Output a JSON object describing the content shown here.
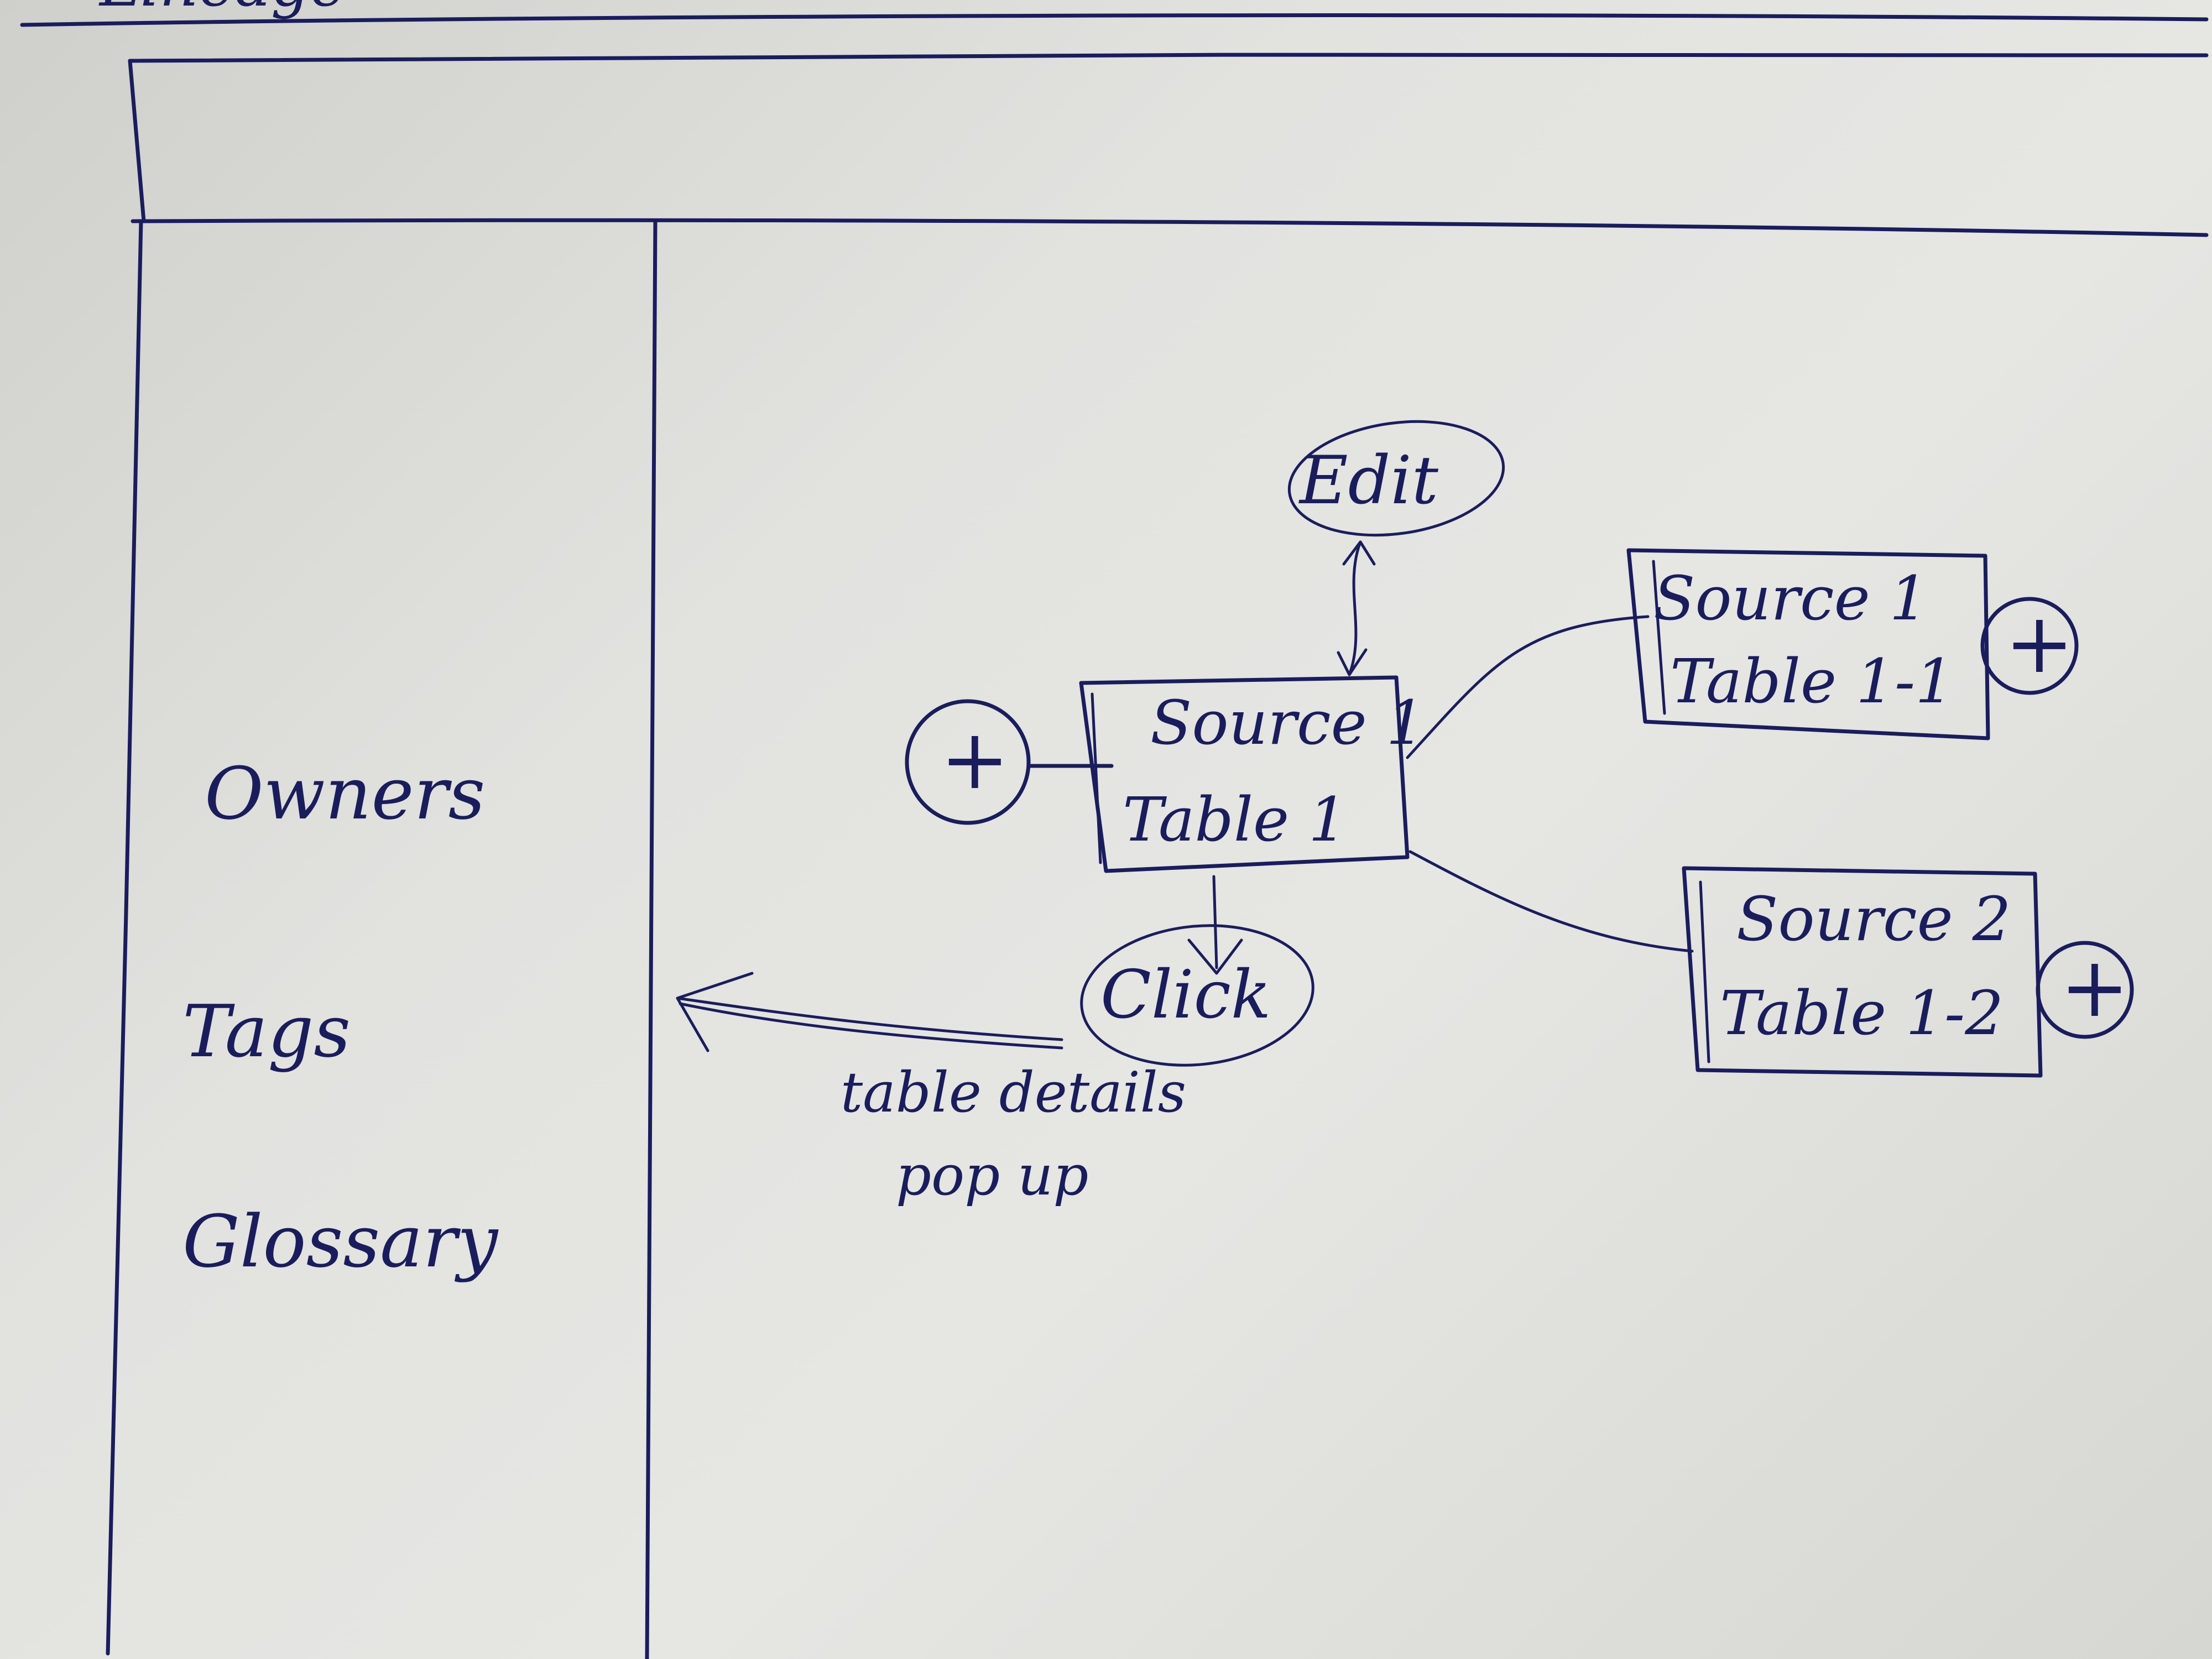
{
  "window": {
    "title_partial": "Lineage"
  },
  "sidebar": {
    "items": [
      {
        "label": "Owners"
      },
      {
        "label": "Tags"
      },
      {
        "label": "Glossary"
      }
    ]
  },
  "canvas": {
    "main_node": {
      "source": "Source 1",
      "table": "Table 1"
    },
    "downstream_nodes": [
      {
        "source": "Source 1",
        "table": "Table 1-1"
      },
      {
        "source": "Source 2",
        "table": "Table 1-2"
      }
    ],
    "edit_bubble": "Edit",
    "click_bubble": "Click",
    "expand_symbol": "+",
    "annotation": {
      "line1": "table details",
      "line2": "pop up"
    }
  },
  "colors": {
    "ink": "#1a1d5c",
    "paper": "#e2e2df"
  }
}
